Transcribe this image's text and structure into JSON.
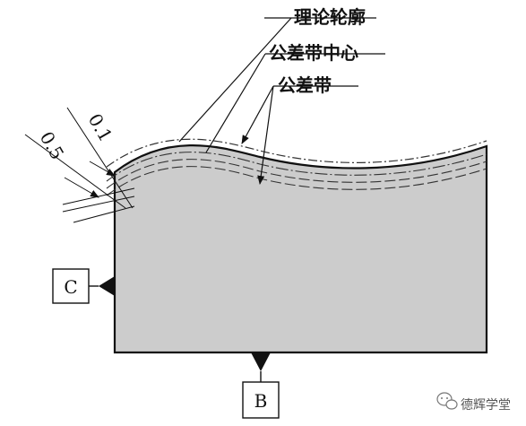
{
  "labels": {
    "theoretical_profile": "理论轮廓",
    "tolerance_zone_center": "公差带中心",
    "tolerance_zone": "公差带"
  },
  "dimensions": {
    "offset": "0.1",
    "width": "0.5"
  },
  "datums": {
    "left": "C",
    "bottom": "B"
  },
  "watermark": {
    "text": "德辉学堂",
    "icon": "wechat-icon"
  },
  "colors": {
    "part_fill": "#cccccc",
    "outline": "#111111",
    "tolerance_line": "#333333"
  }
}
